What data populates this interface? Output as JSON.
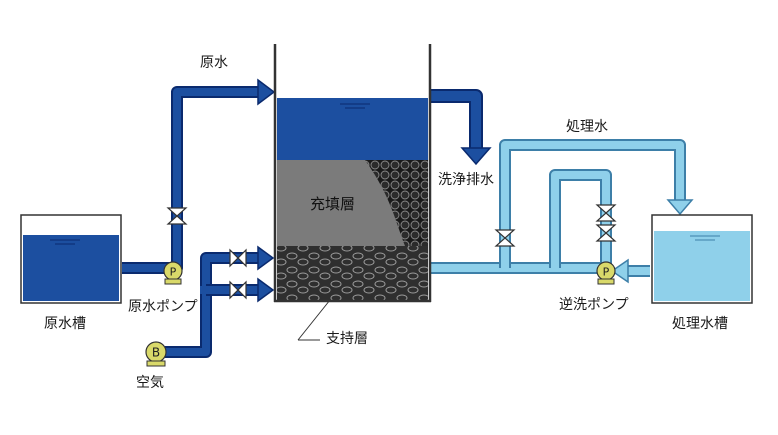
{
  "colors": {
    "dark_blue": "#1c4fa0",
    "dark_blue_edge": "#0a2a6e",
    "light_blue": "#8fd0ea",
    "light_blue_edge": "#3d7fa8",
    "gravel": "#7b7b7b",
    "support": "#2f2f2f",
    "pump": "#d9d96a"
  },
  "labels": {
    "raw_water": "原水",
    "wash_drain": "洗浄排水",
    "treated_water": "処理水",
    "packed_layer": "充填層",
    "raw_water_tank": "原水槽",
    "raw_water_pump": "原水ポンプ",
    "backwash_pump": "逆洗ポンプ",
    "treated_water_tank": "処理水槽",
    "support_layer": "支持層",
    "air": "空気",
    "pump_p": "P",
    "blower_b": "B"
  }
}
